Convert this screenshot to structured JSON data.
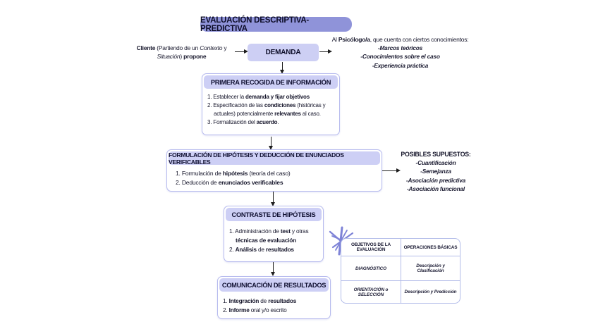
{
  "title": "EVALUACIÓN DESCRIPTIVA-PREDICTIVA",
  "colors": {
    "pill_bg": "#8f93d9",
    "band_bg": "#cdcff5",
    "box_border": "#b7bbee",
    "sparkle": "#7e83d7",
    "arrow": "#1d1d1d"
  },
  "cliente": {
    "b1": "Cliente",
    "p1": " (Partiendo de un ",
    "i1": "Contexto",
    "p2": " y ",
    "i2": "Situación",
    "p3": ") ",
    "b2": "propone"
  },
  "demanda": {
    "label": "DEMANDA"
  },
  "psicologo": {
    "p1": "Al ",
    "b1": "Psicólogo/a",
    "p2": ", que cuenta con ciertos conocimientos:",
    "items": [
      "-Marcos teóricos",
      "-Conocimientos sobre el caso",
      "-Experiencia práctica"
    ]
  },
  "step1": {
    "title": "PRIMERA RECOGIDA DE INFORMACIÓN",
    "i1a": "1. Establecer la ",
    "i1b": "demanda y fijar objetivos",
    "i2a": "2. Especificación de las ",
    "i2b": "condiciones",
    "i2c": " (históricas y actuales) potencialmente ",
    "i2d": "relevantes",
    "i2e": " al caso.",
    "i3a": "3. Formalización del ",
    "i3b": "acuerdo",
    "i3c": "."
  },
  "step2": {
    "title": "FORMULACIÓN DE HIPÓTESIS Y DEDUCCIÓN DE ENUNCIADOS VERIFICABLES",
    "i1a": "1. Formulación de ",
    "i1b": "hipótesis",
    "i1c": " (teoría del caso)",
    "i2a": "2. Deducción de ",
    "i2b": "enunciados verificables"
  },
  "supuestos": {
    "title": "POSIBLES SUPUESTOS:",
    "items": [
      "-Cuantificación",
      "-Semejanza",
      "-Asociación predictiva",
      "-Asociación funcional"
    ]
  },
  "step3": {
    "title": "CONTRASTE DE HIPÓTESIS",
    "i1a": "1. Administración de ",
    "i1b": "test",
    "i1c": " y otras ",
    "i1d": "técnicas de evaluación",
    "i2a": "2. ",
    "i2b": "Análisis",
    "i2c": " de ",
    "i2d": "resultados"
  },
  "step4": {
    "title": "COMUNICACIÓN DE RESULTADOS",
    "i1a": "1. ",
    "i1b": "Integración",
    "i1c": " de ",
    "i1d": "resultados",
    "i2a": "2. ",
    "i2b": "Informe",
    "i2c": " oral y/o escrito"
  },
  "table": {
    "headers": [
      "OBJETIVOS DE LA EVALUACIÓN",
      "OPERACIONES BÁSICAS"
    ],
    "rows": [
      [
        "DIAGNÓSTICO",
        "Descripción y Clasificación"
      ],
      [
        "ORIENTACIÓN o SELECCIÓN",
        "Descripción y Predicción"
      ]
    ]
  }
}
